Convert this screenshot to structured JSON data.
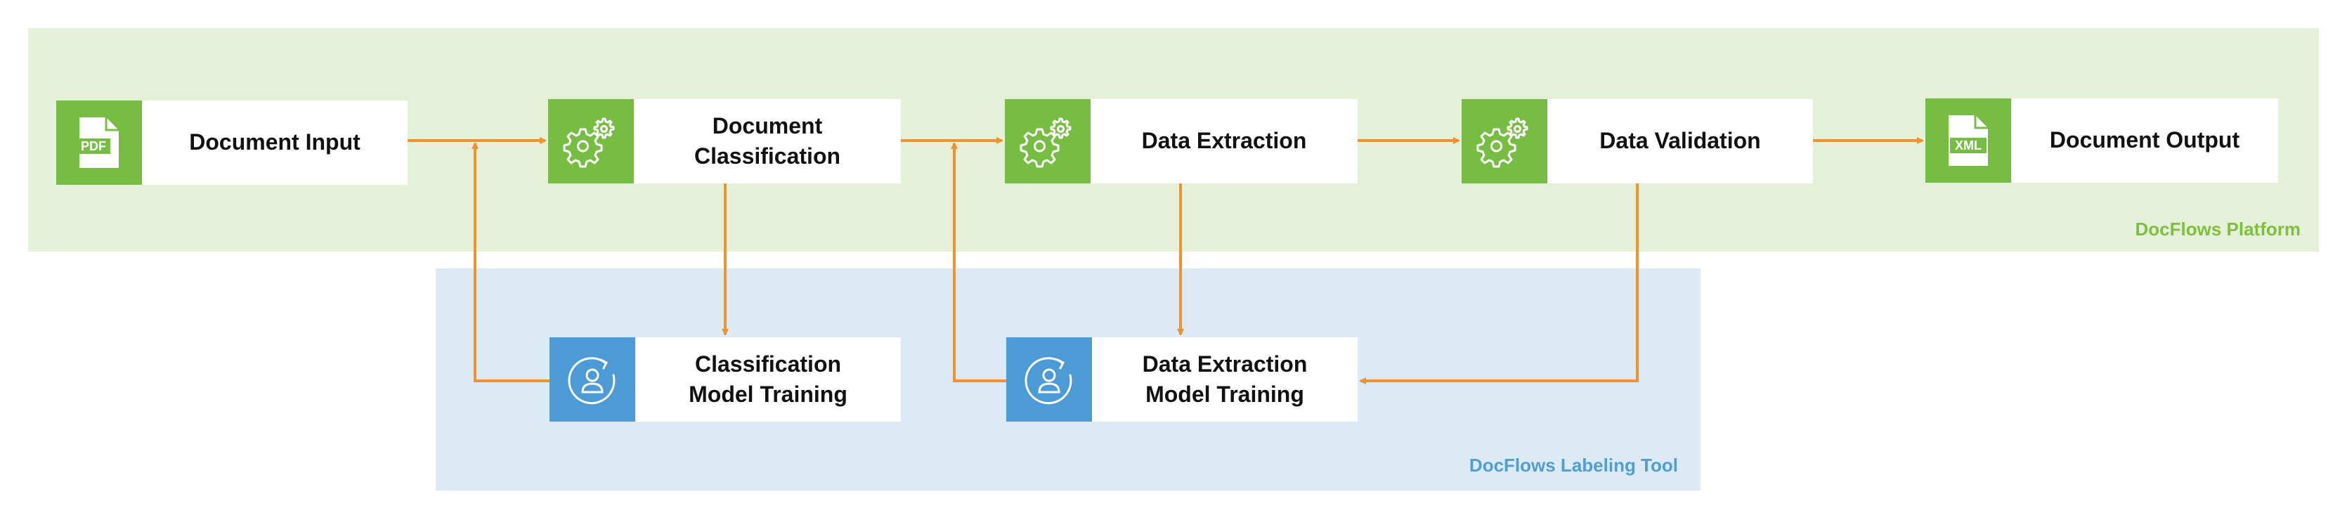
{
  "regions": {
    "platform": {
      "label": "DocFlows Platform"
    },
    "labeling_tool": {
      "label": "DocFlows Labeling Tool"
    }
  },
  "nodes": {
    "document_input": {
      "lines": [
        "Document Input"
      ],
      "icon": "pdf-file-icon",
      "icon_text": "PDF"
    },
    "document_classification": {
      "lines": [
        "Document",
        "Classification"
      ],
      "icon": "gears-icon"
    },
    "data_extraction": {
      "lines": [
        "Data Extraction"
      ],
      "icon": "gears-icon"
    },
    "data_validation": {
      "lines": [
        "Data Validation"
      ],
      "icon": "gears-icon"
    },
    "document_output": {
      "lines": [
        "Document Output"
      ],
      "icon": "xml-file-icon",
      "icon_text": "XML"
    },
    "classification_training": {
      "lines": [
        "Classification",
        "Model Training"
      ],
      "icon": "user-training-icon"
    },
    "extraction_training": {
      "lines": [
        "Data Extraction",
        "Model Training"
      ],
      "icon": "user-training-icon"
    }
  },
  "colors": {
    "platform_bg": "#e4f1d8",
    "labeling_bg": "#dbeaf5",
    "green_icon": "#77bd43",
    "blue_icon": "#4c9ad6",
    "arrow": "#f0922e",
    "platform_label": "#7fbf3e",
    "labeling_label": "#4f9fd4"
  }
}
